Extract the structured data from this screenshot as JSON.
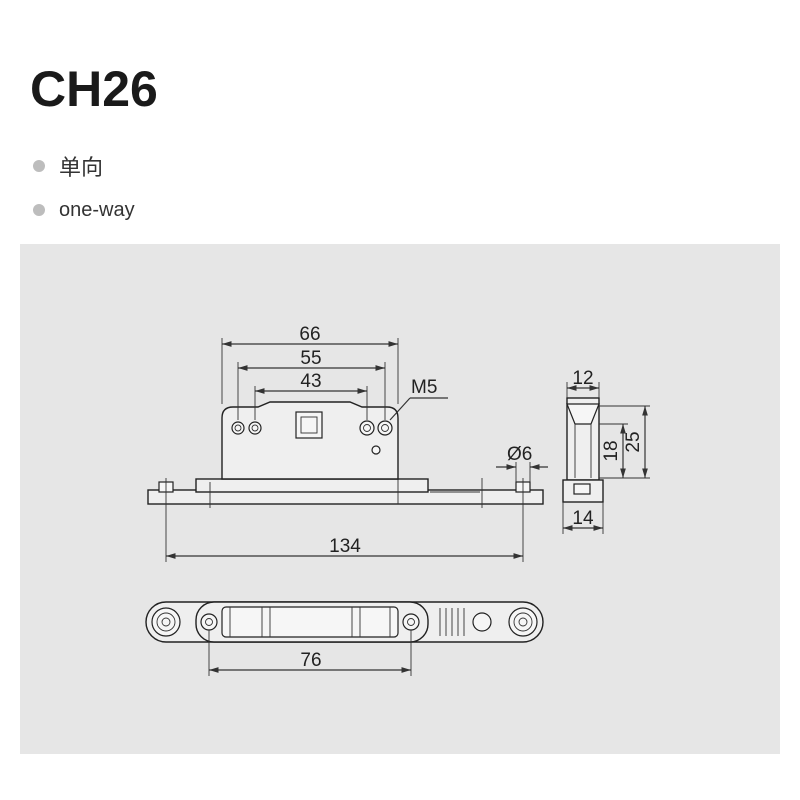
{
  "header": {
    "model": "CH26",
    "bullets": [
      "单向",
      "one-way"
    ]
  },
  "drawing": {
    "dimensions": {
      "d66": "66",
      "d55": "55",
      "d43": "43",
      "m5": "M5",
      "phi6": "Ø6",
      "d134": "134",
      "d76": "76",
      "d12": "12",
      "d18": "18",
      "d25": "25",
      "d14": "14"
    }
  }
}
